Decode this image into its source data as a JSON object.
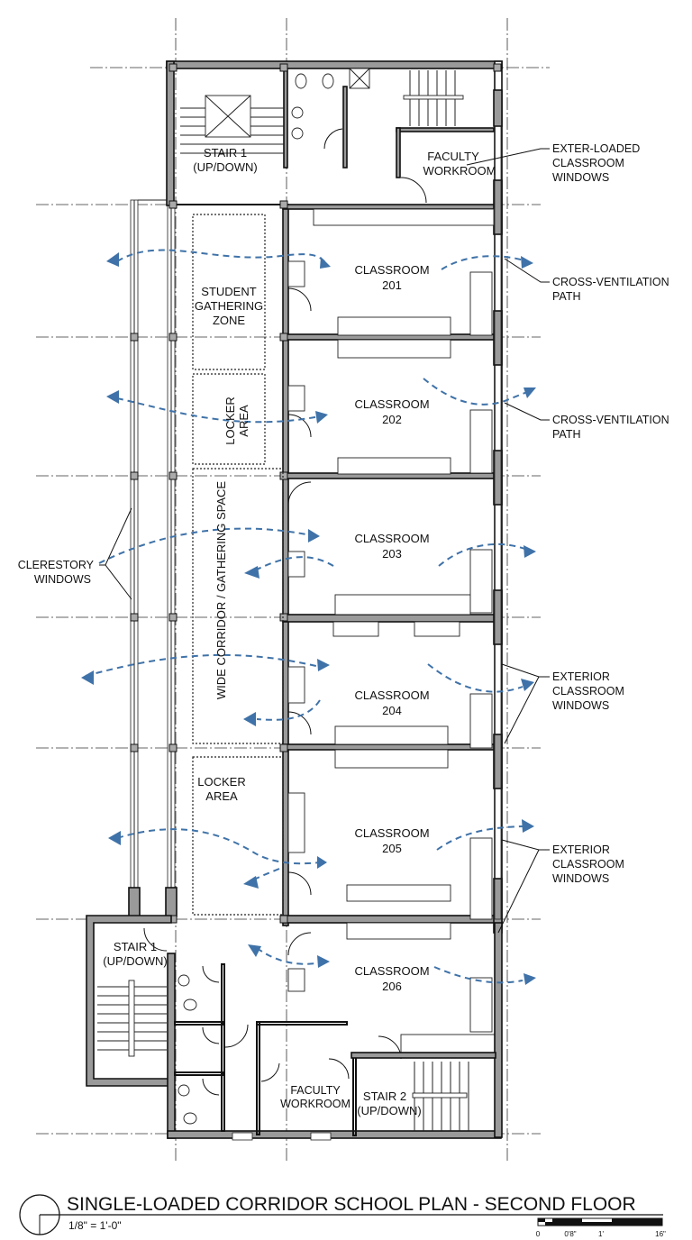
{
  "drawing": {
    "title": "SINGLE-LOADED CORRIDOR SCHOOL PLAN - SECOND FLOOR",
    "scale_note": "1/8\" = 1'-0\"",
    "scale_bar_ticks": [
      "0",
      "0'8\"",
      "1'",
      "16\""
    ]
  },
  "rooms": {
    "stair_1_top": {
      "name": "STAIR 1",
      "sub": "(UP/DOWN)"
    },
    "faculty_workroom_top": {
      "name": "FACULTY",
      "sub": "WORKROOM"
    },
    "student_gathering": {
      "line1": "STUDENT",
      "line2": "GATHERING",
      "line3": "ZONE"
    },
    "locker_area_1": {
      "line1": "LOCKER",
      "line2": "AREA"
    },
    "wide_corridor": "WIDE CORRIDOR / GATHERING SPACE",
    "locker_area_2": {
      "line1": "LOCKER",
      "line2": "AREA"
    },
    "classrooms": [
      {
        "name": "CLASSROOM",
        "number": "201"
      },
      {
        "name": "CLASSROOM",
        "number": "202"
      },
      {
        "name": "CLASSROOM",
        "number": "203"
      },
      {
        "name": "CLASSROOM",
        "number": "204"
      },
      {
        "name": "CLASSROOM",
        "number": "205"
      },
      {
        "name": "CLASSROOM",
        "number": "206"
      }
    ],
    "stair_1_bottom": {
      "name": "STAIR 1",
      "sub": "(UP/DOWN)"
    },
    "faculty_workroom_bottom": {
      "name": "FACULTY",
      "sub": "WORKROOM"
    },
    "stair_2": {
      "name": "STAIR 2",
      "sub": "(UP/DOWN)"
    }
  },
  "callouts": {
    "exter_loaded": [
      "EXTER-LOADED",
      "CLASSROOM",
      "WINDOWS"
    ],
    "cross_vent_1": [
      "CROSS-VENTILATION",
      "PATH"
    ],
    "cross_vent_2": [
      "CROSS-VENTILATION",
      "PATH"
    ],
    "clerestory": [
      "CLERESTORY",
      "WINDOWS"
    ],
    "exterior_1": [
      "EXTERIOR",
      "CLASSROOM",
      "WINDOWS"
    ],
    "exterior_2": [
      "EXTERIOR",
      "CLASSROOM",
      "WINDOWS"
    ]
  },
  "colors": {
    "airflow": "#3f72a8",
    "wall_fill": "#9a9a9a",
    "ink": "#111111"
  }
}
